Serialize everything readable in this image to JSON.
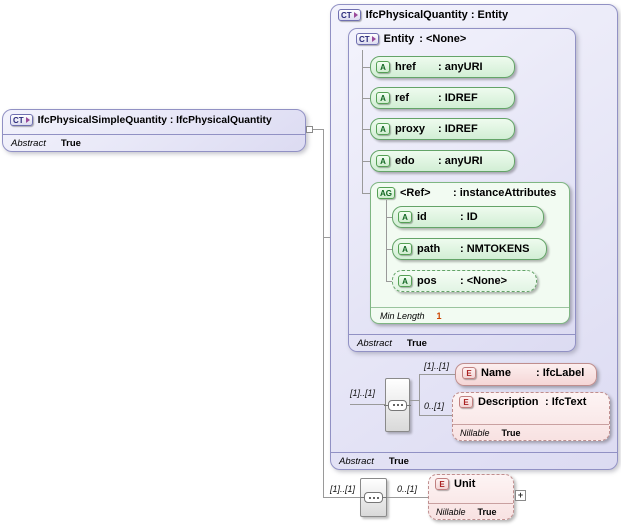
{
  "left_box": {
    "icon": "CT",
    "title": "IfcPhysicalSimpleQuantity : IfcPhysicalQuantity",
    "footer": {
      "label": "Abstract",
      "value": "True"
    }
  },
  "main_box": {
    "icon": "CT",
    "title": "IfcPhysicalQuantity : Entity",
    "footer": {
      "label": "Abstract",
      "value": "True"
    },
    "entity_box": {
      "icon": "CT",
      "name": "Entity",
      "type": ": <None>",
      "footer": {
        "label": "Abstract",
        "value": "True"
      },
      "attributes": [
        {
          "icon": "A",
          "name": "href",
          "type": ": anyURI"
        },
        {
          "icon": "A",
          "name": "ref",
          "type": ": IDREF"
        },
        {
          "icon": "A",
          "name": "proxy",
          "type": ": IDREF"
        },
        {
          "icon": "A",
          "name": "edo",
          "type": ": anyURI"
        }
      ],
      "attribute_group": {
        "icon": "AG",
        "name": "<Ref>",
        "type": ": instanceAttributes",
        "attributes": [
          {
            "icon": "A",
            "name": "id",
            "type": ": ID"
          },
          {
            "icon": "A",
            "name": "path",
            "type": ": NMTOKENS"
          },
          {
            "icon": "A",
            "name": "pos",
            "type": ": <None>"
          }
        ],
        "footer": {
          "label": "Min Length",
          "value": "1"
        }
      }
    },
    "content_model": {
      "cardinality": "[1]..[1]",
      "elements": [
        {
          "icon": "E",
          "name": "Name",
          "type": ": IfcLabel",
          "cardinality": "[1]..[1]"
        },
        {
          "icon": "E",
          "name": "Description",
          "type": ": IfcText",
          "cardinality": "0..[1]",
          "footer": {
            "label": "Nillable",
            "value": "True"
          }
        }
      ]
    }
  },
  "extension": {
    "cardinality": "[1]..[1]",
    "element": {
      "icon": "E",
      "name": "Unit",
      "cardinality": "0..[1]",
      "footer": {
        "label": "Nillable",
        "value": "True"
      }
    },
    "expand_button": "+"
  }
}
